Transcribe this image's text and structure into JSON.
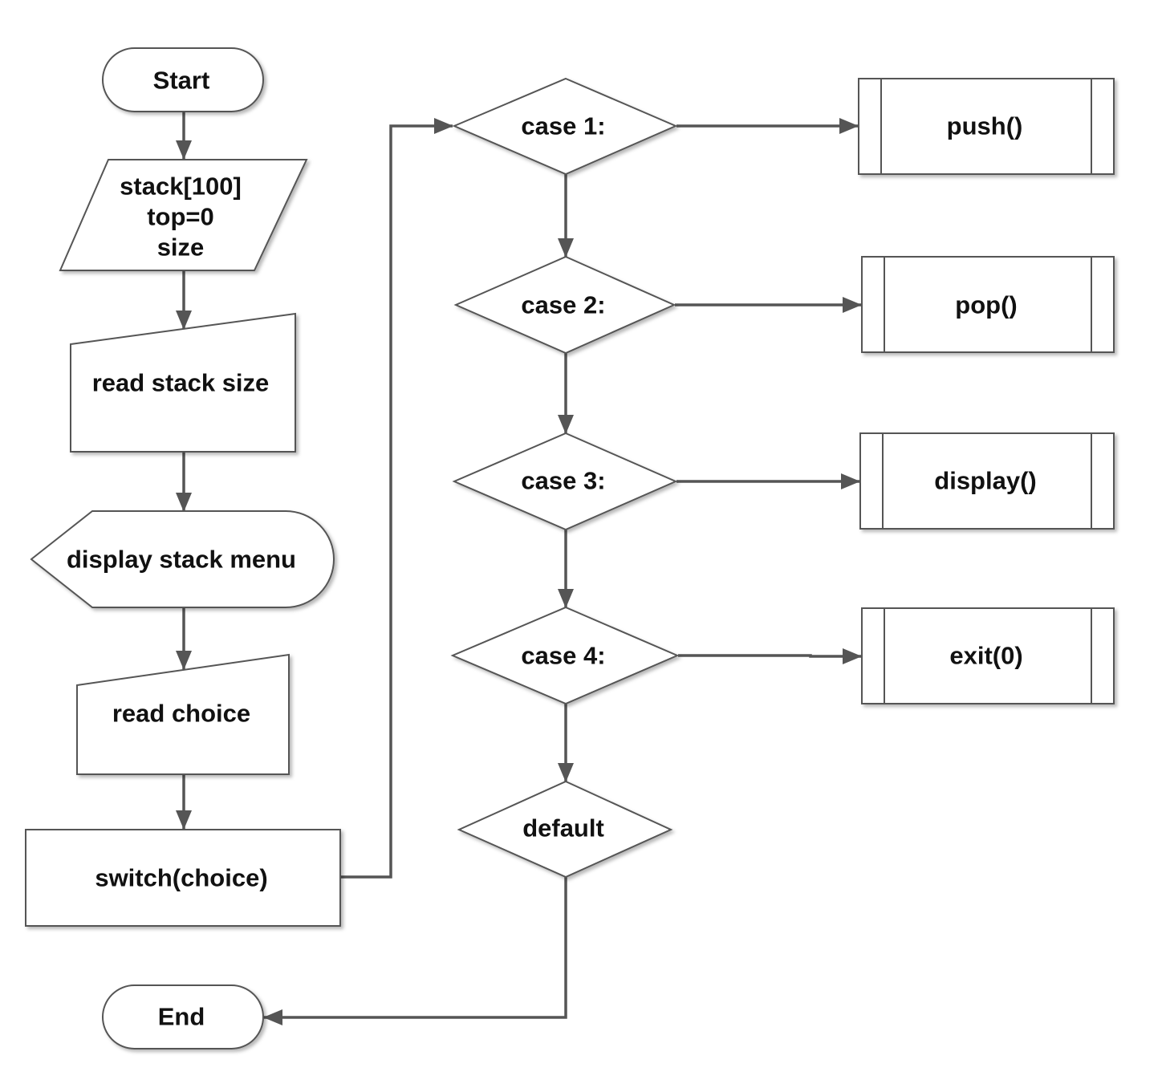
{
  "flowchart": {
    "start": "Start",
    "declare": [
      "stack[100]",
      "top=0",
      "size"
    ],
    "read_size": "read stack size",
    "display_menu": "display stack menu",
    "read_choice": "read choice",
    "switch": "switch(choice)",
    "end": "End",
    "cases": [
      {
        "label": "case 1:",
        "action": "push()"
      },
      {
        "label": "case 2:",
        "action": "pop()"
      },
      {
        "label": "case 3:",
        "action": "display()"
      },
      {
        "label": "case 4:",
        "action": "exit(0)"
      }
    ],
    "default": "default"
  }
}
